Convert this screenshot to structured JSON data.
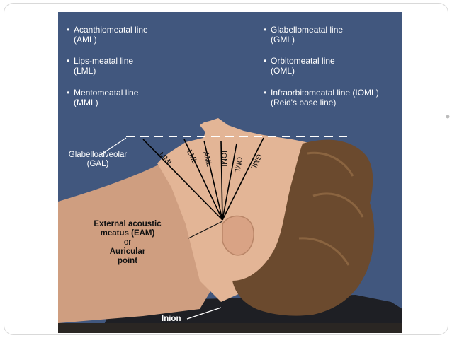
{
  "legend_left": [
    {
      "bullet": "•",
      "line1": "Acanthiomeatal line",
      "line2": "(AML)"
    },
    {
      "bullet": "•",
      "line1": "Lips-meatal line",
      "line2": "(LML)"
    },
    {
      "bullet": "•",
      "line1": "Mentomeatal line",
      "line2": "(MML)"
    }
  ],
  "legend_right": [
    {
      "bullet": "•",
      "line1": "Glabellomeatal line",
      "line2": "(GML)"
    },
    {
      "bullet": "•",
      "line1": "Orbitomeatal line",
      "line2": "(OML)"
    },
    {
      "bullet": "•",
      "line1": "Infraorbitomeatal line (IOML)",
      "line2": "(Reid's base line)"
    }
  ],
  "callouts": {
    "gal_line1": "Glabelloalveolar",
    "gal_line2": "(GAL)",
    "eam_line1": "External acoustic",
    "eam_line2": "meatus (EAM)",
    "eam_line3": "or",
    "eam_line4": "Auricular",
    "eam_line5": "point",
    "inion": "Inion"
  },
  "line_labels": {
    "mml": "MML",
    "lml": "LML",
    "aml": "AML",
    "ioml": "IOML",
    "oml": "OML",
    "gml": "GML"
  },
  "colors": {
    "background": "#41577e",
    "skin": "#e3b596",
    "hair": "#6b4a2e",
    "lines": "#000000",
    "dashed": "#ffffff"
  }
}
